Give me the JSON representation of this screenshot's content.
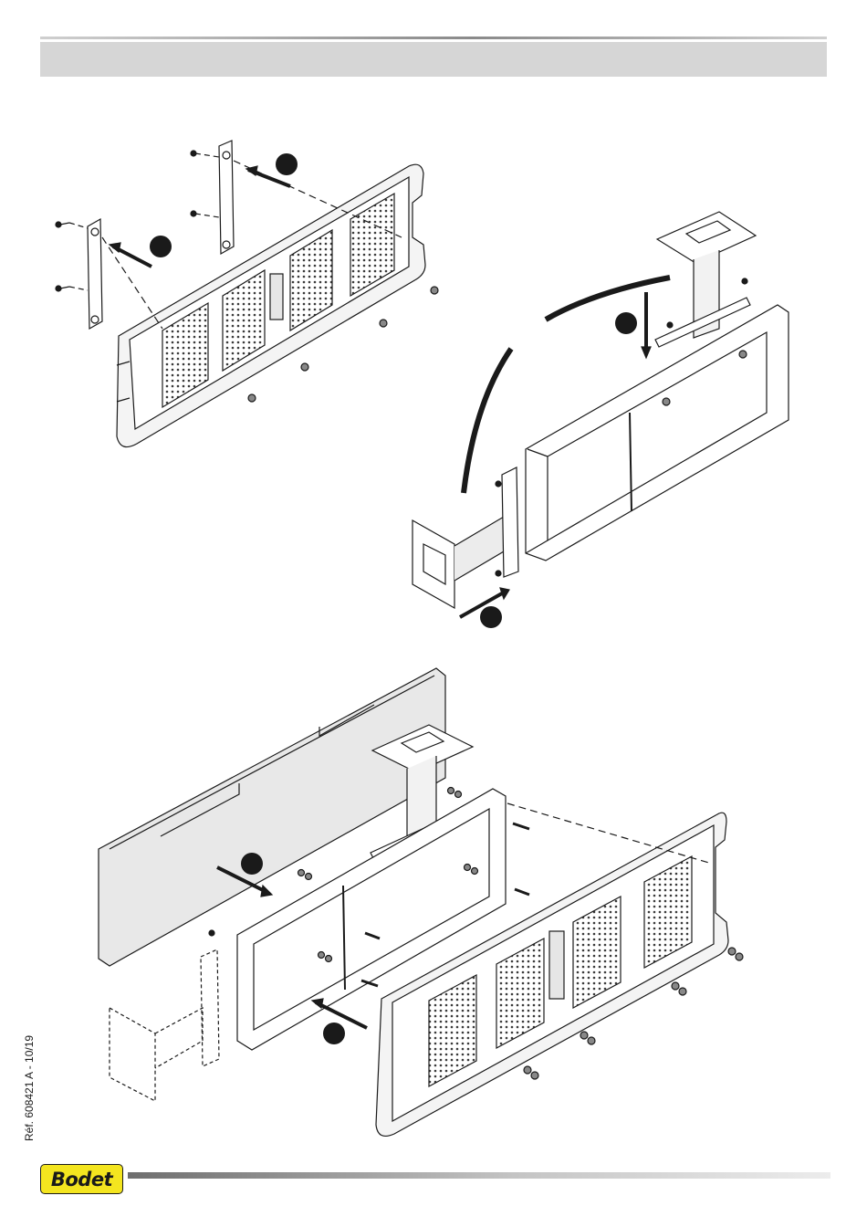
{
  "header": {
    "band_color": "#d6d6d6"
  },
  "footer": {
    "reference": "Réf. 608421 A - 10/19",
    "brand_logo_text": "Bodet",
    "brand_color": "#f4e51f"
  },
  "icons": {
    "step_marker": "filled-circle",
    "direction": "arrow-icon"
  }
}
